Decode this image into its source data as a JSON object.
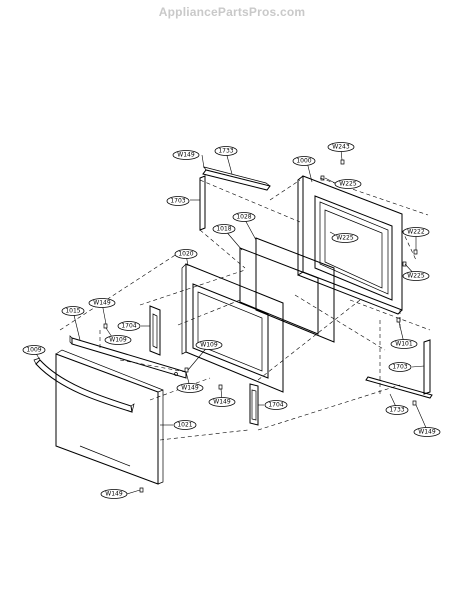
{
  "watermark": "AppliancePartsPros.com",
  "diagram": {
    "callouts": [
      "W149",
      "1733",
      "1000",
      "W243",
      "1703",
      "W225",
      "1028",
      "1018",
      "W225",
      "W222",
      "1020",
      "W225",
      "W149",
      "1015",
      "1704",
      "W109",
      "1009",
      "W109",
      "W101",
      "W149",
      "1703",
      "W149",
      "1704",
      "1021",
      "1733",
      "W149",
      "W149"
    ]
  }
}
